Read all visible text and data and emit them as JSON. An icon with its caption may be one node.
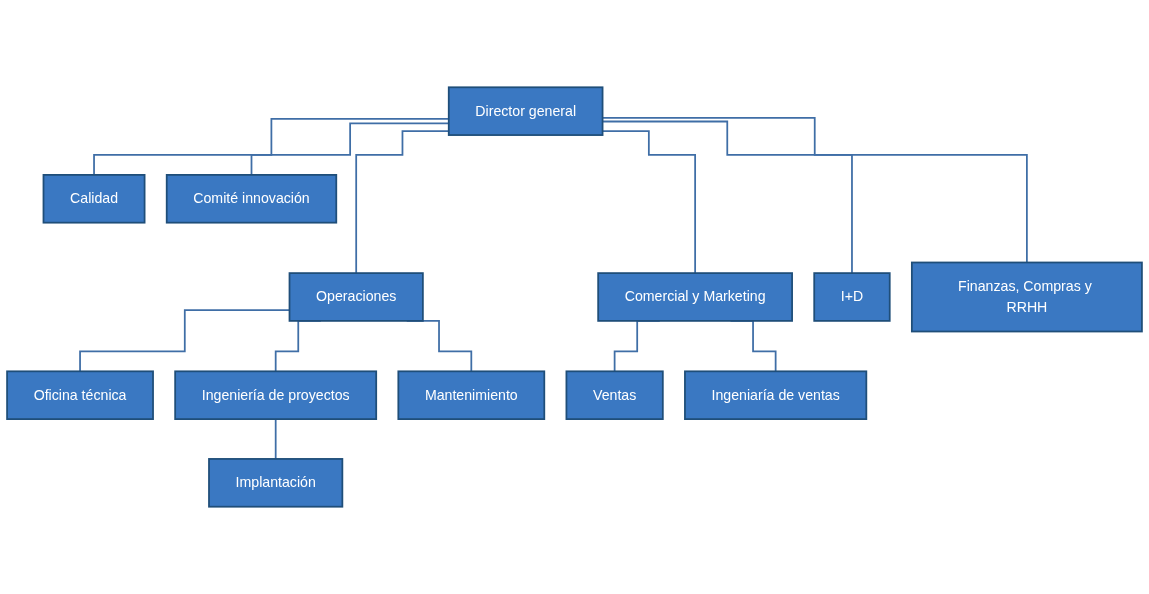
{
  "diagram": {
    "nodes": [
      {
        "text": [
          "Director general"
        ]
      },
      {
        "text": [
          "Calidad"
        ]
      },
      {
        "text": [
          "Comité innovación"
        ]
      },
      {
        "text": [
          "Operaciones"
        ]
      },
      {
        "text": [
          "Comercial y Marketing"
        ]
      },
      {
        "text": [
          "I+D"
        ]
      },
      {
        "text": [
          "Finanzas, Compras y RRHH"
        ]
      },
      {
        "text": [
          "Oficina técnica"
        ]
      },
      {
        "text": [
          "Ingeniería de proyectos"
        ]
      },
      {
        "text": [
          "Mantenimiento"
        ]
      },
      {
        "text": [
          "Implantación"
        ]
      },
      {
        "text": [
          "Ventas"
        ]
      },
      {
        "text": [
          "Ingeniaría de ventas"
        ]
      }
    ],
    "edges": [
      {
        "from": 0,
        "to": 1,
        "arrow": "none"
      },
      {
        "from": 0,
        "to": 2,
        "arrow": "none"
      },
      {
        "from": 0,
        "to": 3,
        "arrow": "none"
      },
      {
        "from": 0,
        "to": 4,
        "arrow": "none"
      },
      {
        "from": 0,
        "to": 5,
        "arrow": "none"
      },
      {
        "from": 0,
        "to": 6,
        "arrow": "none"
      },
      {
        "from": 3,
        "to": 7,
        "arrow": "none"
      },
      {
        "from": 3,
        "to": 8,
        "arrow": "none"
      },
      {
        "from": 3,
        "to": 9,
        "arrow": "none"
      },
      {
        "from": 8,
        "to": 10,
        "arrow": "none"
      },
      {
        "from": 4,
        "to": 11,
        "arrow": "none"
      },
      {
        "from": 4,
        "to": 12,
        "arrow": "none"
      }
    ]
  }
}
